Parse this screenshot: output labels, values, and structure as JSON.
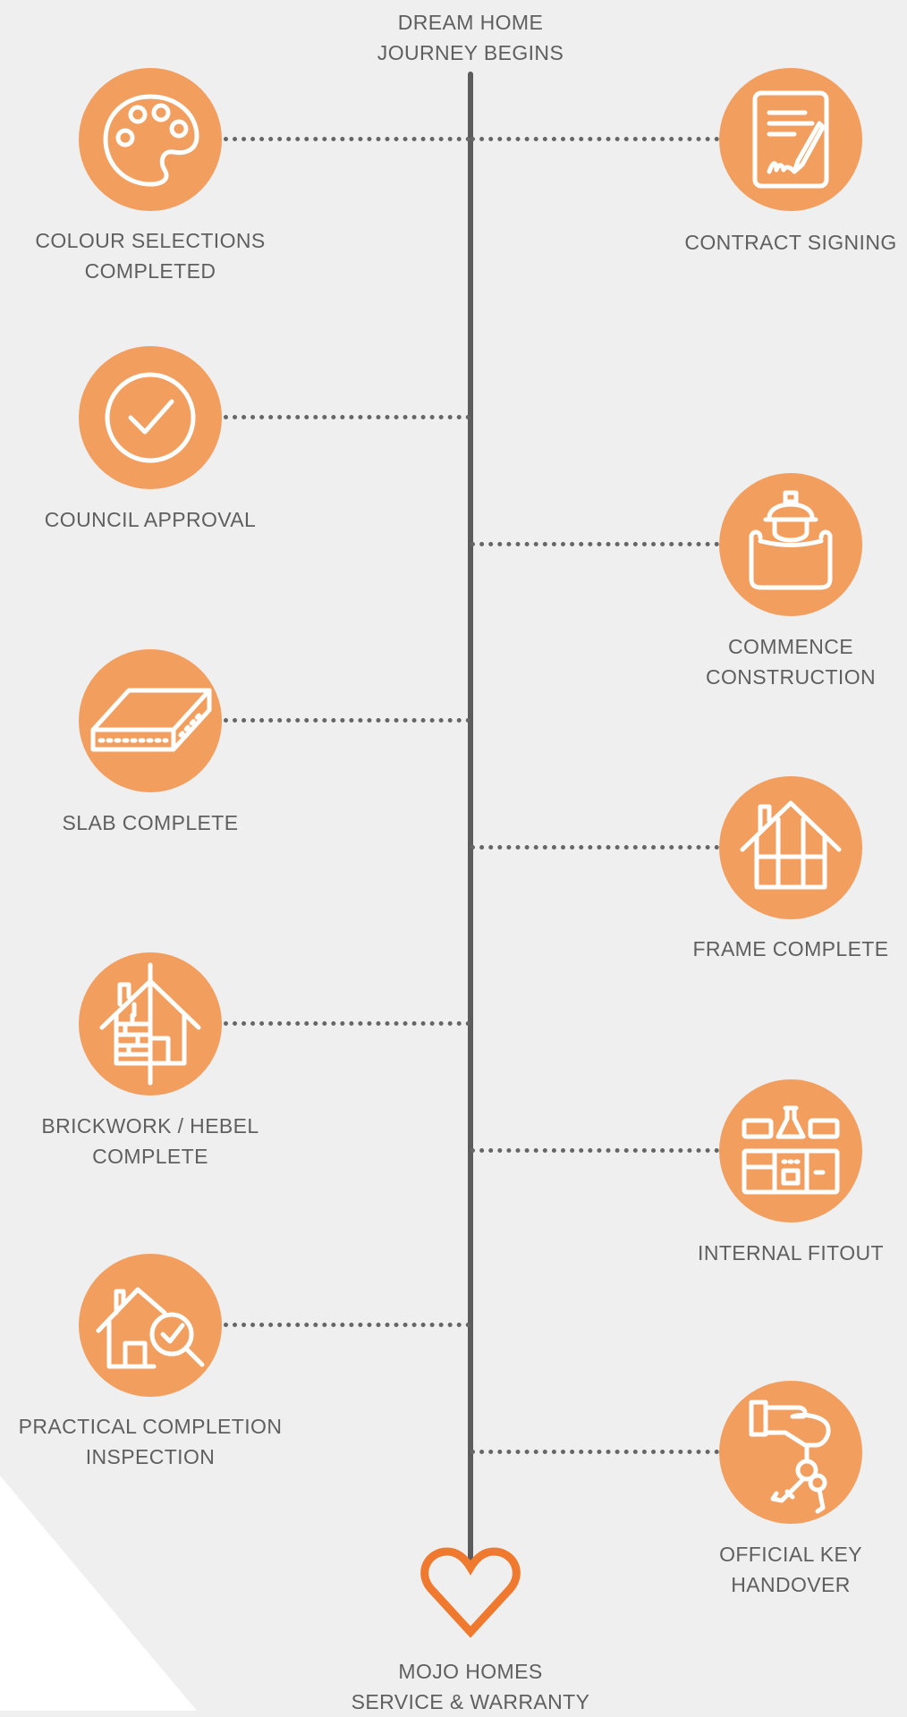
{
  "colors": {
    "background": "#efefef",
    "accent": "#f29e5f",
    "heart": "#ef7a2f",
    "line": "#5c5c5c",
    "text": "#5f5f5f"
  },
  "start": {
    "line1": "DREAM HOME",
    "line2": "JOURNEY BEGINS"
  },
  "end": {
    "line1": "MOJO HOMES",
    "line2": "SERVICE & WARRANTY",
    "icon": "heart-icon"
  },
  "milestones": [
    {
      "line1": "CONTRACT SIGNING",
      "line2": "",
      "icon": "contract-icon",
      "side": "right"
    },
    {
      "line1": "COLOUR SELECTIONS",
      "line2": "COMPLETED",
      "icon": "palette-icon",
      "side": "left"
    },
    {
      "line1": "COUNCIL APPROVAL",
      "line2": "",
      "icon": "checkmark-icon",
      "side": "left"
    },
    {
      "line1": "COMMENCE",
      "line2": "CONSTRUCTION",
      "icon": "builder-icon",
      "side": "right"
    },
    {
      "line1": "SLAB COMPLETE",
      "line2": "",
      "icon": "slab-icon",
      "side": "left"
    },
    {
      "line1": "FRAME COMPLETE",
      "line2": "",
      "icon": "house-frame-icon",
      "side": "right"
    },
    {
      "line1": "BRICKWORK / HEBEL",
      "line2": "COMPLETE",
      "icon": "brickwork-icon",
      "side": "left"
    },
    {
      "line1": "INTERNAL FITOUT",
      "line2": "",
      "icon": "kitchen-icon",
      "side": "right"
    },
    {
      "line1": "PRACTICAL COMPLETION",
      "line2": "INSPECTION",
      "icon": "inspection-icon",
      "side": "left"
    },
    {
      "line1": "OFFICIAL KEY",
      "line2": "HANDOVER",
      "icon": "key-handover-icon",
      "side": "right"
    }
  ]
}
